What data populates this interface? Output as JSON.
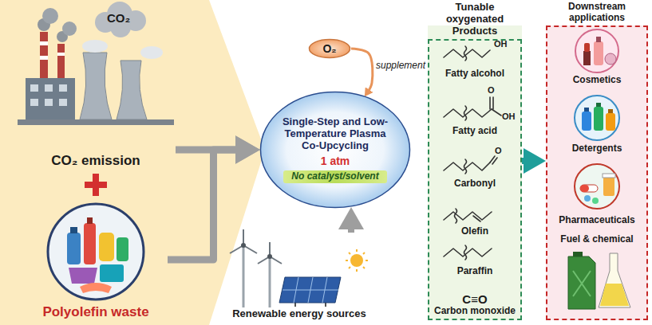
{
  "diagram": {
    "nodes": [
      {
        "text": [
          "CO₂ emission"
        ]
      },
      {
        "text": [
          "Polyolefin waste"
        ]
      },
      {
        "text": [
          "O₂"
        ]
      },
      {
        "text": [
          "Single-Step and Low-Temperature Plasma Co-Upcycling",
          "1 atm",
          "No catalyst/solvent"
        ]
      },
      {
        "text": [
          "Renewable energy sources"
        ]
      },
      {
        "text": [
          "Tunable oxygenated Products"
        ]
      },
      {
        "text": [
          "Fatty alcohol"
        ],
        "in": 5
      },
      {
        "text": [
          "Fatty acid"
        ],
        "in": 5
      },
      {
        "text": [
          "Carbonyl"
        ],
        "in": 5
      },
      {
        "text": [
          "Olefin"
        ],
        "in": 5
      },
      {
        "text": [
          "Paraffin"
        ],
        "in": 5
      },
      {
        "text": [
          "C≡O",
          "Carbon monoxide"
        ],
        "in": 5
      },
      {
        "text": [
          "Downstream applications"
        ]
      },
      {
        "text": [
          "Cosmetics"
        ],
        "in": 12
      },
      {
        "text": [
          "Detergents"
        ],
        "in": 12
      },
      {
        "text": [
          "Pharmaceuticals"
        ],
        "in": 12
      },
      {
        "text": [
          "Fuel & chemical"
        ],
        "in": 12
      }
    ],
    "edges": [
      {
        "from": 0,
        "to": 3,
        "arrow": "to"
      },
      {
        "from": 1,
        "to": 3,
        "arrow": "to"
      },
      {
        "from": 2,
        "to": 3,
        "label": "supplement",
        "arrow": "to"
      },
      {
        "from": 4,
        "to": 3,
        "arrow": "to"
      },
      {
        "from": 5,
        "to": 12,
        "arrow": "to"
      }
    ],
    "labels": [
      "CO₂",
      "OH",
      "O",
      "OH",
      "O"
    ]
  }
}
